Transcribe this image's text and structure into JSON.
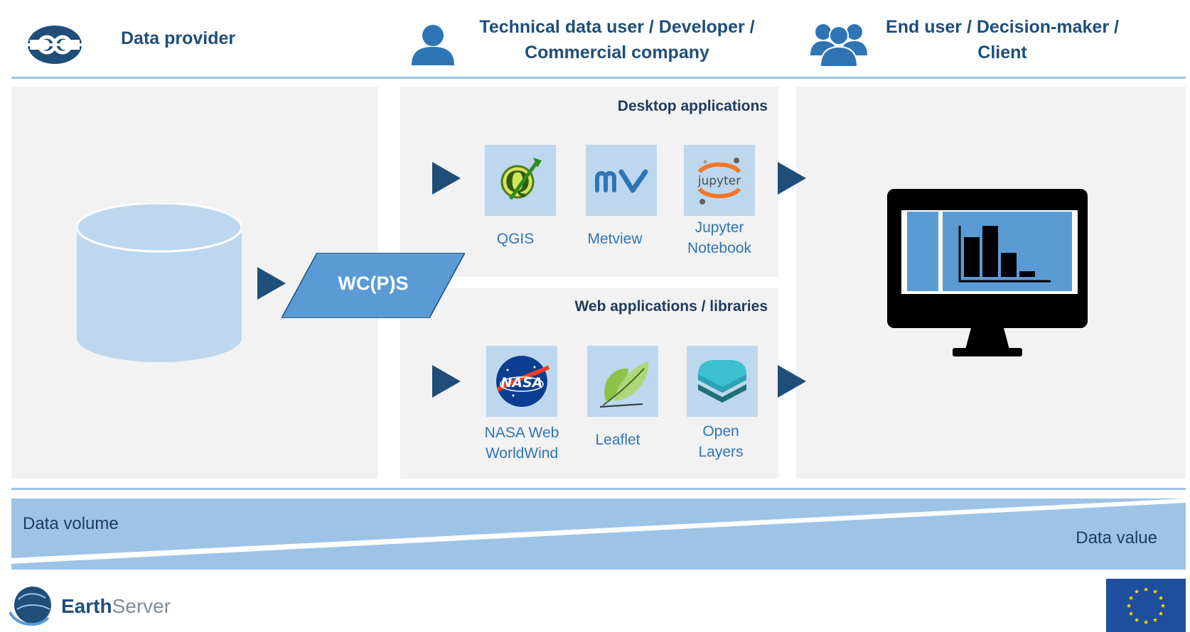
{
  "header": {
    "provider": {
      "label": "Data provider",
      "icon": "eumetsat-logo-icon"
    },
    "technical": {
      "line1": "Technical data user / Developer /",
      "line2": "Commercial company",
      "icon": "user-icon"
    },
    "end_user": {
      "line1": "End user / Decision-maker /",
      "line2": "Client",
      "icon": "users-group-icon"
    }
  },
  "service": {
    "label": "WC(P)S"
  },
  "desktop": {
    "title": "Desktop applications",
    "apps": [
      {
        "line1": "QGIS",
        "line2": "",
        "icon": "qgis-icon"
      },
      {
        "line1": "Metview",
        "line2": "",
        "icon": "metview-icon"
      },
      {
        "line1": "Jupyter",
        "line2": "Notebook",
        "icon": "jupyter-icon"
      }
    ]
  },
  "web": {
    "title": "Web applications / libraries",
    "apps": [
      {
        "line1": "NASA Web",
        "line2": "WorldWind",
        "icon": "nasa-icon"
      },
      {
        "line1": "Leaflet",
        "line2": "",
        "icon": "leaflet-icon"
      },
      {
        "line1": "Open",
        "line2": "Layers",
        "icon": "openlayers-icon"
      }
    ]
  },
  "band": {
    "left": "Data volume",
    "right": "Data value"
  },
  "footer": {
    "logo_text_bold": "Earth",
    "logo_text_light": "Server",
    "icon": "eu-flag-icon"
  },
  "colors": {
    "dark_blue": "#1f4e79",
    "mid_blue": "#5b9bd5",
    "light_blue": "#bdd7ee",
    "panel_gray": "#f2f2f2"
  }
}
